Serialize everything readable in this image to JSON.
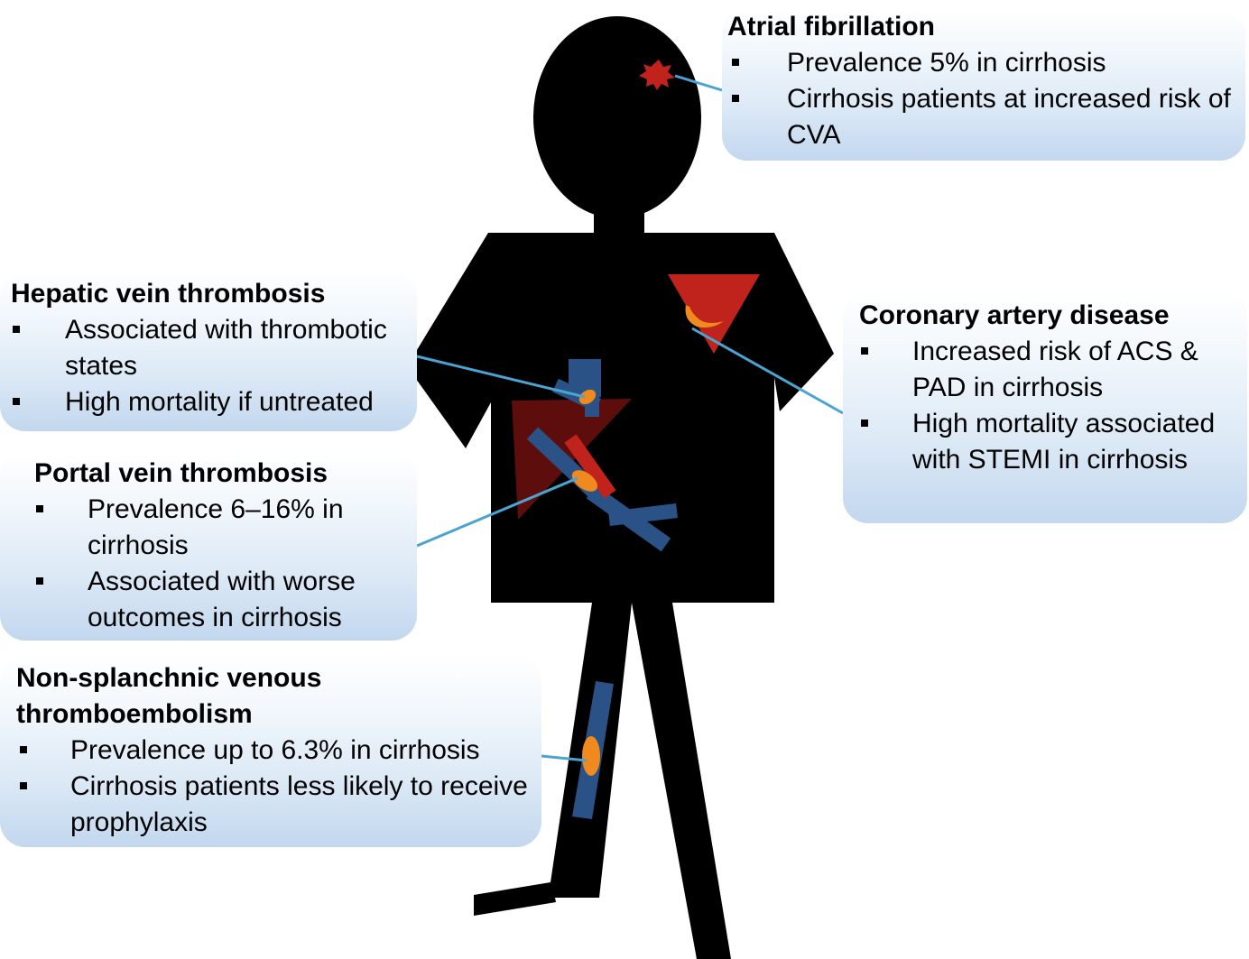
{
  "callouts": {
    "atrial_fibrillation": {
      "title": "Atrial fibrillation",
      "bullets": [
        "Prevalence 5% in cirrhosis",
        "Cirrhosis patients at increased risk of CVA"
      ]
    },
    "hepatic_vein_thrombosis": {
      "title": "Hepatic vein thrombosis",
      "bullets": [
        "Associated with thrombotic states",
        "High mortality if untreated"
      ]
    },
    "portal_vein_thrombosis": {
      "title": "Portal vein thrombosis",
      "bullets": [
        "Prevalence 6–16% in cirrhosis",
        "Associated with worse outcomes in cirrhosis"
      ]
    },
    "coronary_artery_disease": {
      "title": "Coronary artery disease",
      "bullets": [
        "Increased risk of ACS & PAD in cirrhosis",
        "High mortality associated with STEMI in cirrhosis"
      ]
    },
    "non_splanchnic_vte": {
      "title": "Non-splanchnic venous thromboembolism",
      "bullets": [
        "Prevalence up to 6.3% in cirrhosis",
        "Cirrhosis patients less likely to receive prophylaxis"
      ]
    }
  },
  "colors": {
    "body": "#000000",
    "organ_red": "#c0231b",
    "liver_dark_red": "#5e0d0d",
    "vein_blue": "#2a5286",
    "clot_orange": "#f08a1e",
    "leader_line": "#4ba3d2",
    "callout_gradient_bottom": "#c2d7ee"
  }
}
